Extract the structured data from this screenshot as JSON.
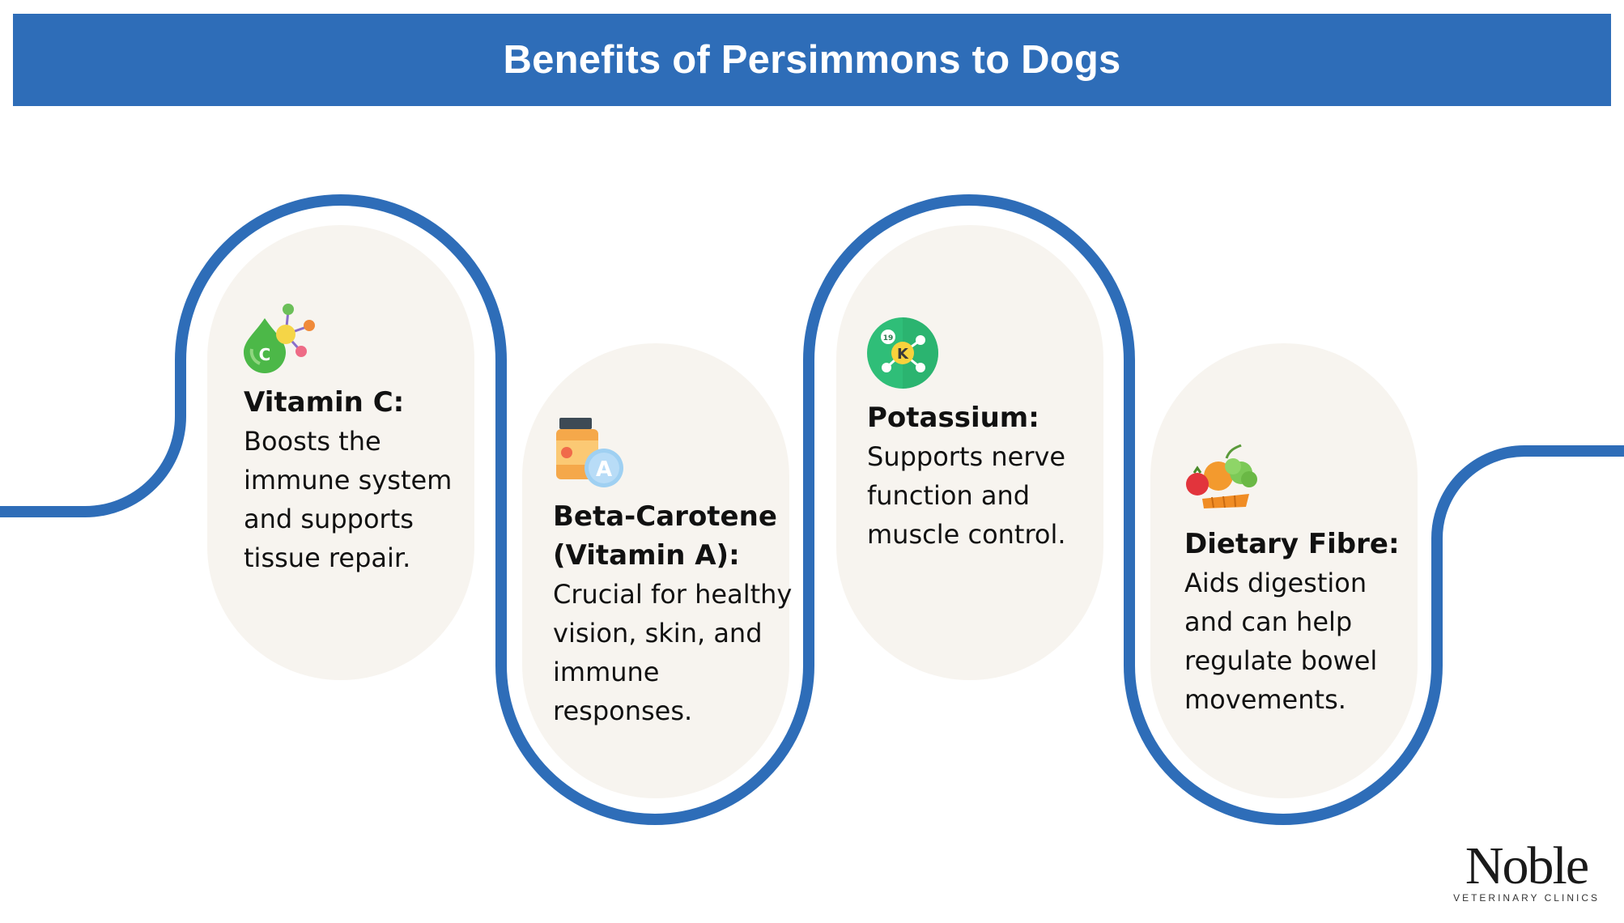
{
  "header": {
    "title": "Benefits of Persimmons to Dogs"
  },
  "colors": {
    "banner": "#2e6db8",
    "track": "#2e6db8",
    "card_fill": "#f7f4ef",
    "text": "#111111"
  },
  "benefits": [
    {
      "icon": "vitamin-c-molecule-icon",
      "title": "Vitamin C:",
      "lines": [
        "Boosts the",
        "immune system",
        "and supports",
        "tissue repair."
      ]
    },
    {
      "icon": "vitamin-a-bottle-icon",
      "title_lines": [
        "Beta-Carotene",
        "(Vitamin A):"
      ],
      "lines": [
        "Crucial for healthy",
        "vision, skin, and",
        "immune",
        "responses."
      ]
    },
    {
      "icon": "potassium-element-icon",
      "title": "Potassium:",
      "lines": [
        "Supports nerve",
        "function and",
        "muscle control."
      ]
    },
    {
      "icon": "vegetables-icon",
      "title": "Dietary Fibre:",
      "lines": [
        "Aids digestion",
        "and can help",
        "regulate bowel",
        "movements."
      ]
    }
  ],
  "logo": {
    "name": "Noble",
    "subtitle": "VETERINARY CLINICS"
  }
}
